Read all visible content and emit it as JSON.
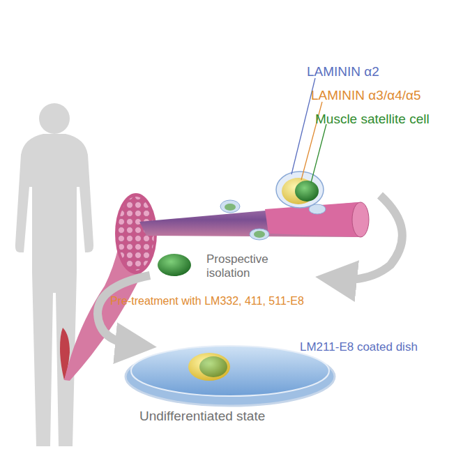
{
  "diagram": {
    "labels": [
      "LAMININ α2",
      "LAMININ α3/α4/α5",
      "Muscle satellite cell",
      "Prospective isolation",
      "Pre-treatment with LM332, 411, 511-E8",
      "LM211-E8 coated dish",
      "Undifferentiated state"
    ]
  }
}
